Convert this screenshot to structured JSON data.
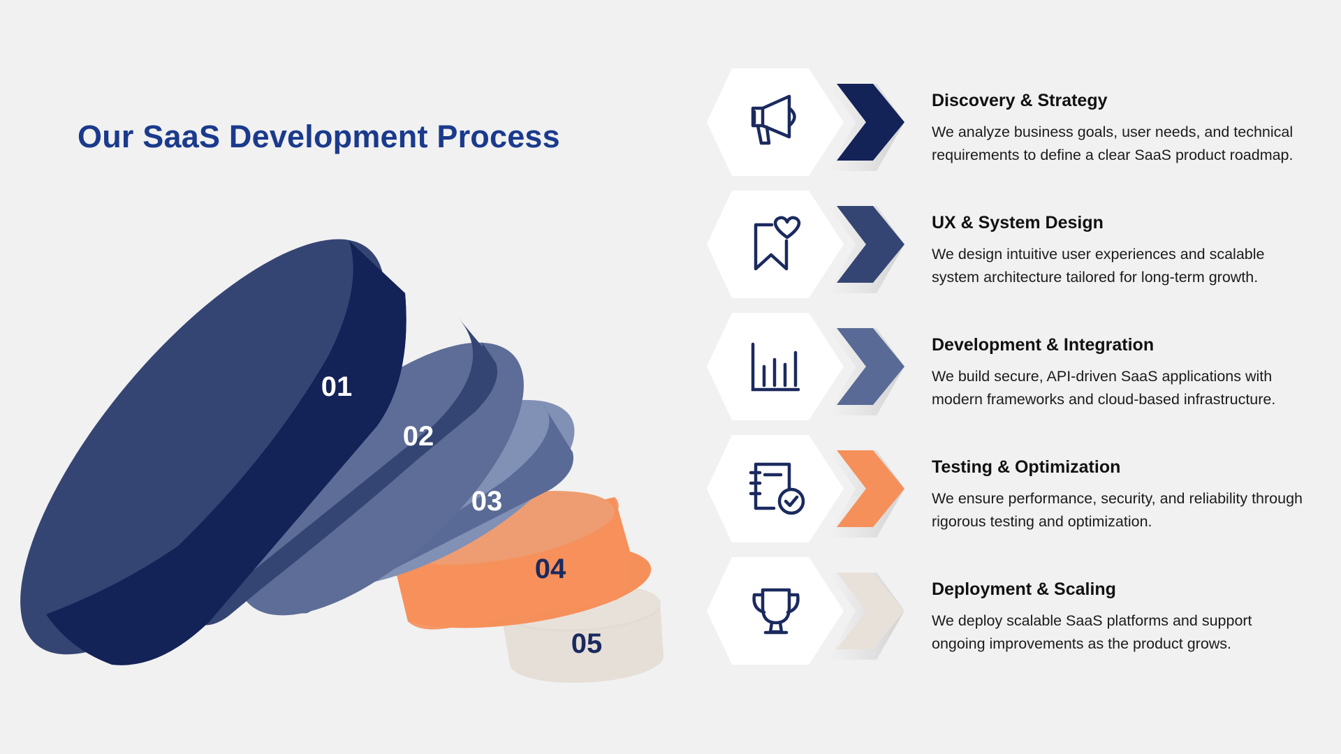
{
  "title": "Our SaaS Development Process",
  "colors": {
    "title": "#1a3a8c",
    "navy_dark": "#132257",
    "navy": "#354573",
    "slate": "#5a6a96",
    "slate_light": "#8190b5",
    "orange": "#f6905a",
    "beige": "#e8e1da",
    "icon": "#1b2a5e"
  },
  "discs": [
    {
      "number": "01"
    },
    {
      "number": "02"
    },
    {
      "number": "03"
    },
    {
      "number": "04"
    },
    {
      "number": "05"
    }
  ],
  "steps": [
    {
      "icon": "megaphone-icon",
      "title": "Discovery & Strategy",
      "description": "We analyze business goals, user needs, and technical requirements to define a clear SaaS product roadmap."
    },
    {
      "icon": "bookmark-heart-icon",
      "title": "UX & System Design",
      "description": "We design intuitive user experiences and scalable system architecture tailored for long-term growth."
    },
    {
      "icon": "bar-chart-icon",
      "title": "Development & Integration",
      "description": "We build secure, API-driven SaaS applications with modern frameworks and cloud-based infrastructure."
    },
    {
      "icon": "checklist-notebook-icon",
      "title": "Testing & Optimization",
      "description": "We ensure performance, security, and reliability through rigorous testing and optimization."
    },
    {
      "icon": "trophy-icon",
      "title": "Deployment & Scaling",
      "description": "We deploy scalable SaaS platforms and support ongoing improvements as the product grows."
    }
  ]
}
